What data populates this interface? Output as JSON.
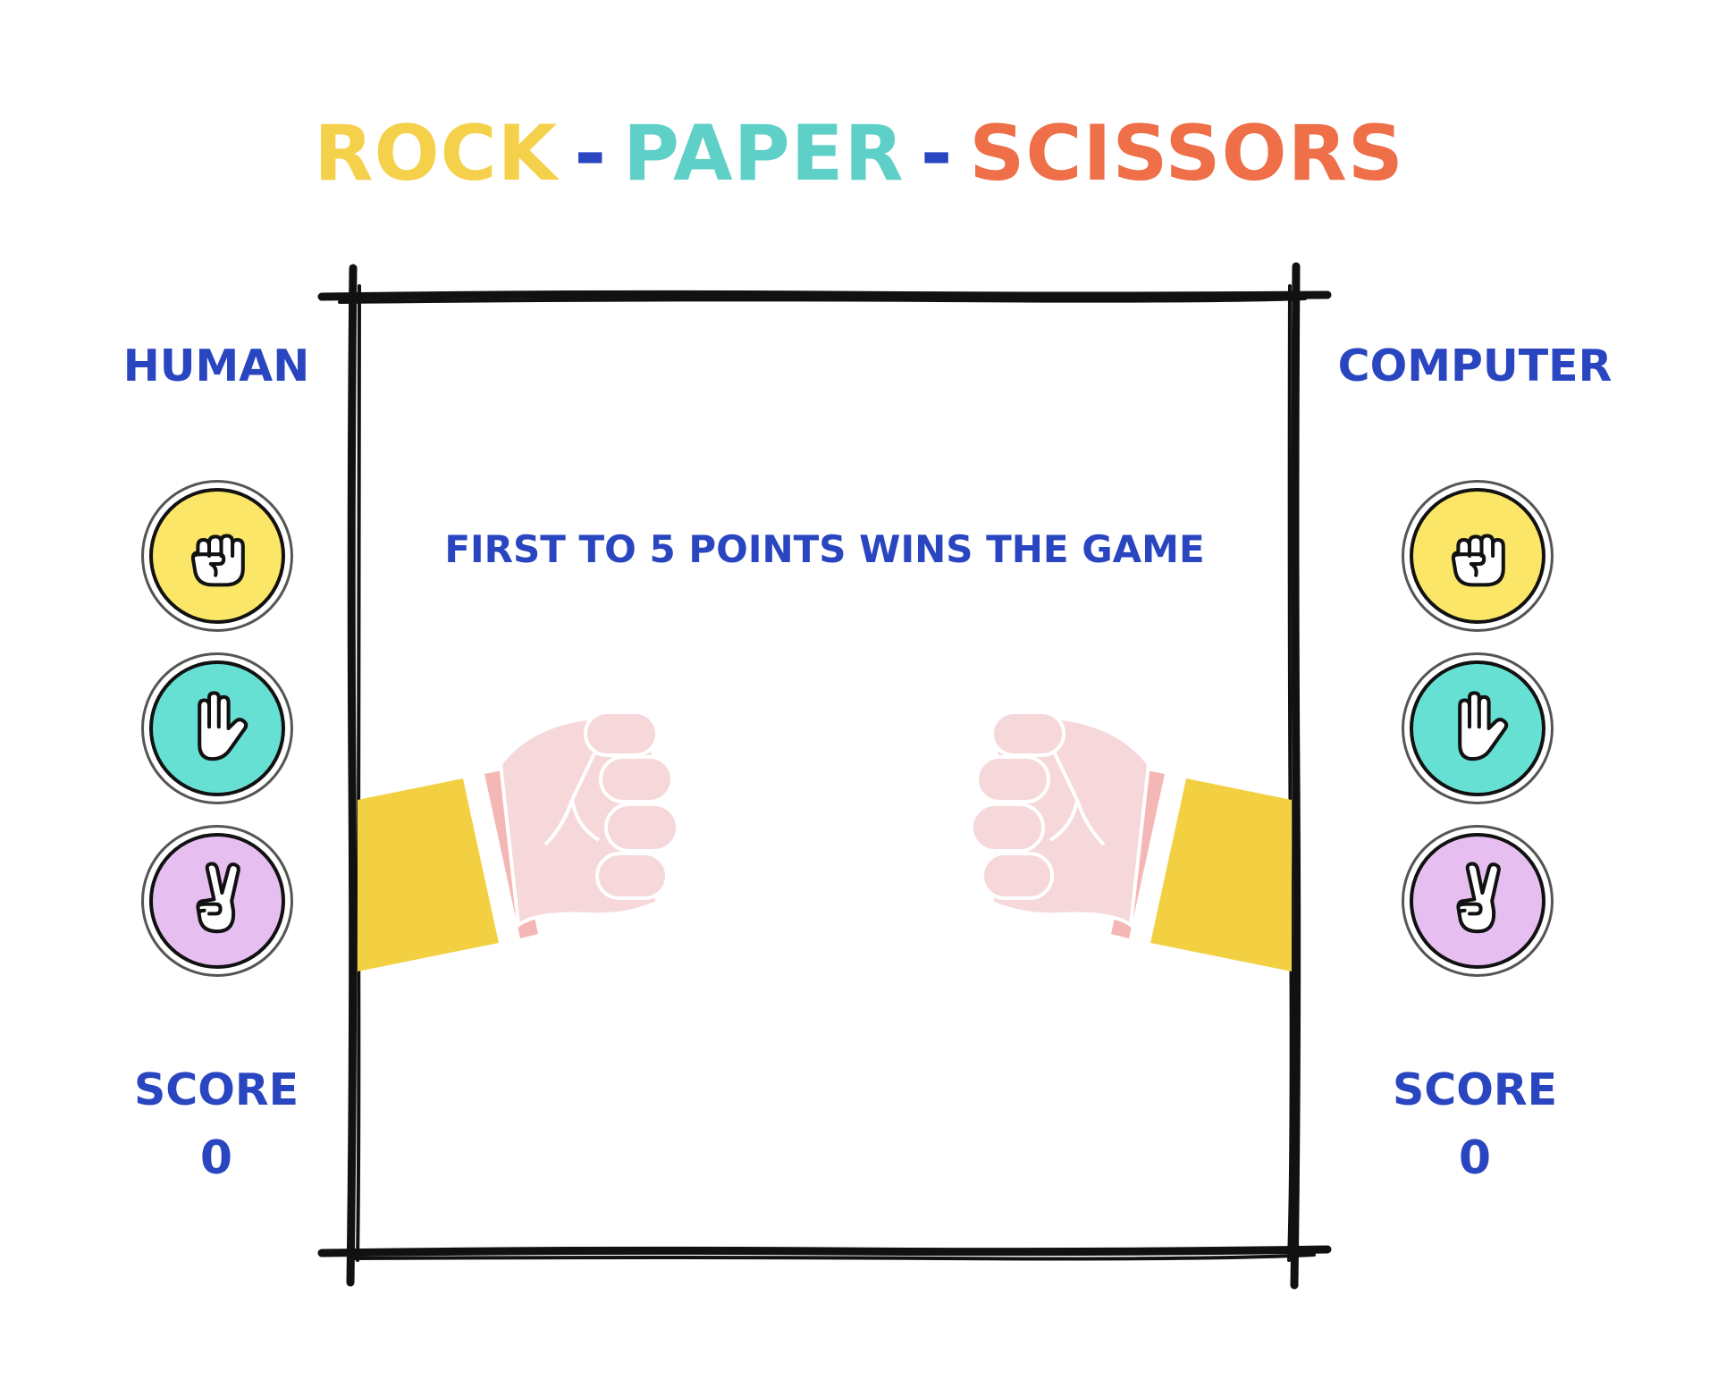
{
  "title": {
    "rock": "ROCK",
    "sep1": "-",
    "paper": "PAPER",
    "sep2": "-",
    "scissors": "SCISSORS"
  },
  "human": {
    "label": "HUMAN",
    "score_label": "SCORE",
    "score": "0"
  },
  "computer": {
    "label": "COMPUTER",
    "score_label": "SCORE",
    "score": "0"
  },
  "message": "FIRST TO 5 POINTS WINS THE GAME",
  "choices": [
    {
      "name": "rock",
      "icon": "fist-icon",
      "color": "#fbe667"
    },
    {
      "name": "paper",
      "icon": "open-hand-icon",
      "color": "#67e0d4"
    },
    {
      "name": "scissors",
      "icon": "peace-hand-icon",
      "color": "#e6bff0"
    }
  ],
  "colors": {
    "rock": "#f5d04a",
    "paper": "#5fd0c8",
    "scissors": "#ef6f48",
    "accent": "#2a45c0",
    "sleeve": "#f2d042",
    "hand": "#f6d8da"
  }
}
